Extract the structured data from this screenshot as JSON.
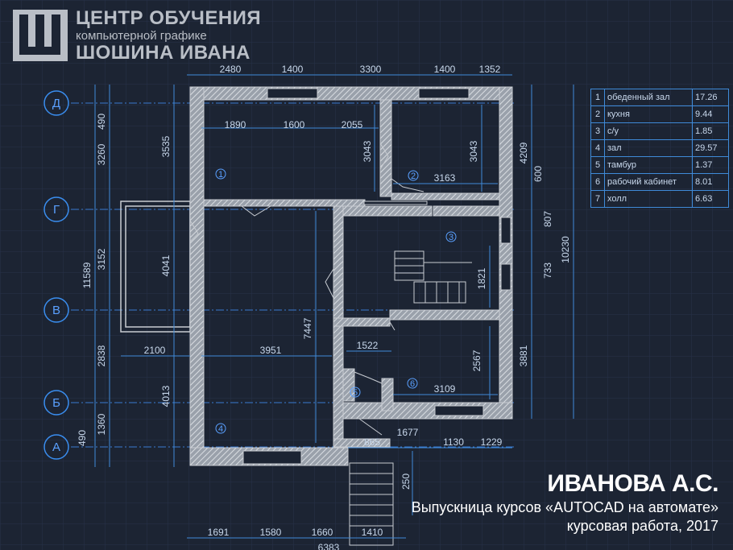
{
  "logo": {
    "line1": "ЦЕНТР ОБУЧЕНИЯ",
    "line2": "компьютерной графике",
    "line3": "ШОШИНА ИВАНА"
  },
  "credit": {
    "name": "ИВАНОВА А.С.",
    "line1": "Выпускница курсов «AUTOCAD на автомате»",
    "line2": "курсовая работа, 2017"
  },
  "axes": [
    "Д",
    "Г",
    "В",
    "Б",
    "А"
  ],
  "rooms": [
    {
      "no": "1",
      "name": "обеденный зал",
      "area": "17.26"
    },
    {
      "no": "2",
      "name": "кухня",
      "area": "9.44"
    },
    {
      "no": "3",
      "name": "с/у",
      "area": "1.85"
    },
    {
      "no": "4",
      "name": "зал",
      "area": "29.57"
    },
    {
      "no": "5",
      "name": "тамбур",
      "area": "1.37"
    },
    {
      "no": "6",
      "name": "рабочий кабинет",
      "area": "8.01"
    },
    {
      "no": "7",
      "name": "холл",
      "area": "6.63"
    }
  ],
  "room_markers": [
    "1",
    "2",
    "3",
    "4",
    "5",
    "6"
  ],
  "dims": {
    "top": [
      "2480",
      "1400",
      "3300",
      "1400",
      "1352"
    ],
    "inner_top": [
      "1890",
      "1600",
      "2055"
    ],
    "kitchen_w": "3163",
    "kitchen_h_left": "3043",
    "kitchen_h_right": "3043",
    "hall_lower_w": "3951",
    "porch_w": "2100",
    "tall_7447": "7447",
    "w_4041": "4041",
    "w_4013": "4013",
    "room6_top": "1522",
    "room6_w": "3109",
    "room6_h": "2567",
    "stair_h": "1821",
    "bottom_right": [
      "865",
      "1677",
      "1130",
      "1229"
    ],
    "bottom": [
      "1691",
      "1580",
      "1660",
      "1410"
    ],
    "bottom_partial": "6383",
    "step": "250",
    "left_outer": [
      "490",
      "3260",
      "3152",
      "2838",
      "1360",
      "490"
    ],
    "left_total": "11589",
    "left_3535": "3535",
    "right_outer": [
      "4209",
      "600",
      "807",
      "733",
      "3881"
    ],
    "right_total": "10230"
  }
}
